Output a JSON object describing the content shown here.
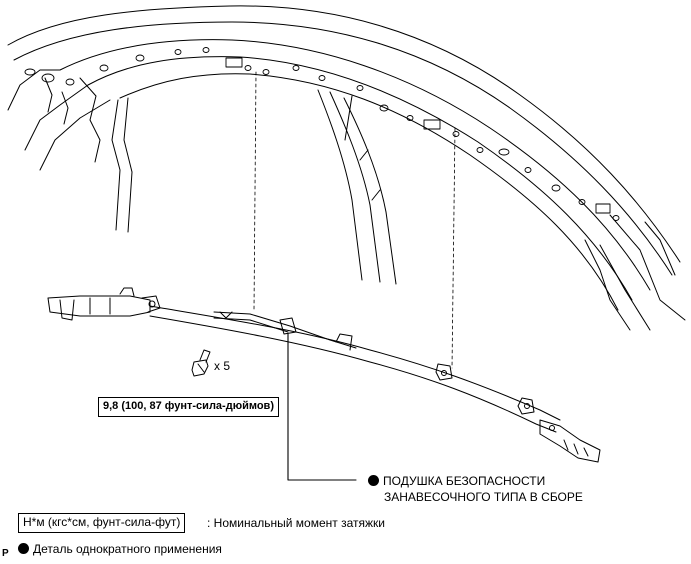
{
  "page_letter": "P",
  "bolt_quantity": "x 5",
  "torque_spec": "9,8 (100, 87 фунт-сила-дюймов)",
  "part_label": {
    "line1": "ПОДУШКА БЕЗОПАСНОСТИ",
    "line2": "ЗАНАВЕСОЧНОГО ТИПА В СБОРЕ"
  },
  "legend": {
    "torque_units": "Н*м (кгс*см, фунт-сила-фут)",
    "torque_desc": ": Номинальный момент затяжки",
    "single_use": "Деталь однократного применения"
  },
  "icons": {
    "bullet": "filled-circle-icon",
    "bolt": "bolt-icon"
  }
}
